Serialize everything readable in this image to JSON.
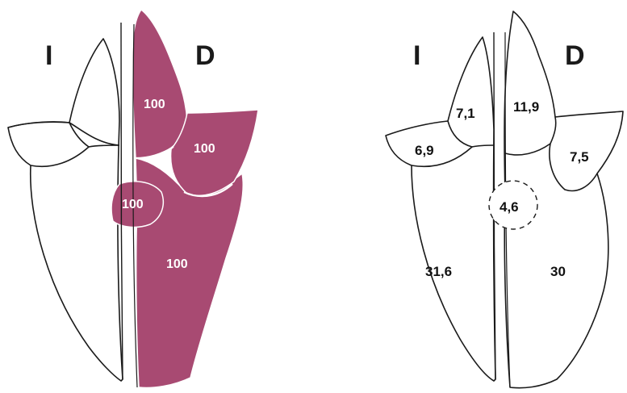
{
  "colors": {
    "highlight": "#a84a72",
    "highlight_dark": "#8f3c60",
    "outline": "#1a1a1a"
  },
  "left_figure": {
    "side_left": "I",
    "side_right": "D",
    "regions": [
      {
        "name": "right-upper-lobe",
        "value": "100"
      },
      {
        "name": "right-middle-lobe",
        "value": "100"
      },
      {
        "name": "accessory-lobe",
        "value": "100"
      },
      {
        "name": "right-lower-lobe",
        "value": "100"
      }
    ]
  },
  "right_figure": {
    "side_left": "I",
    "side_right": "D",
    "regions": [
      {
        "name": "left-upper-lobe",
        "value": "7,1"
      },
      {
        "name": "left-middle-lobe",
        "value": "6,9"
      },
      {
        "name": "right-upper-lobe",
        "value": "11,9"
      },
      {
        "name": "right-middle-lobe",
        "value": "7,5"
      },
      {
        "name": "accessory-lobe",
        "value": "4,6"
      },
      {
        "name": "left-lower-lobe",
        "value": "31,6"
      },
      {
        "name": "right-lower-lobe",
        "value": "30"
      }
    ]
  }
}
